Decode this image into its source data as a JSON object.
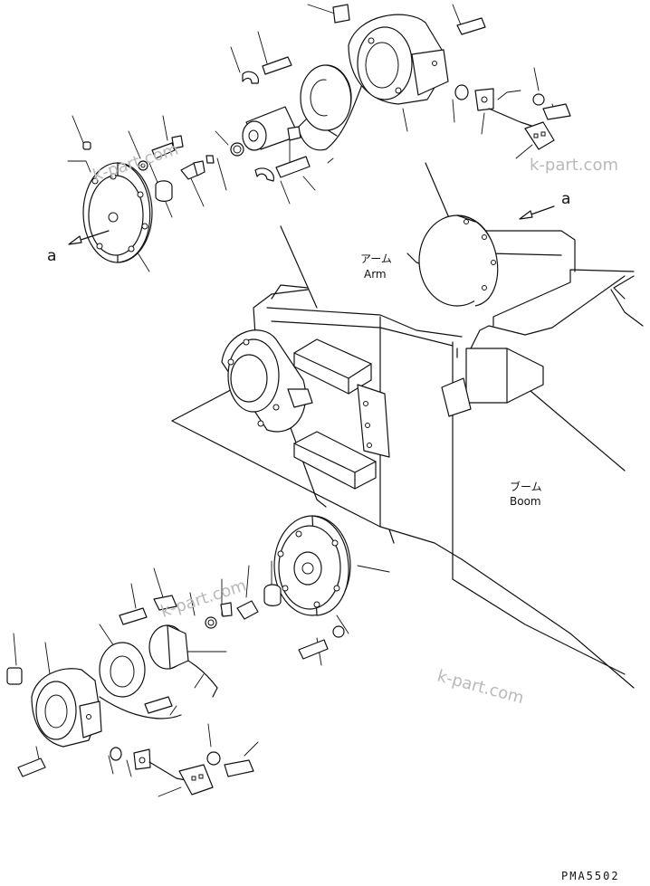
{
  "labels": {
    "arm_jp": "アーム",
    "arm_en": "Arm",
    "boom_jp": "ブーム",
    "boom_en": "Boom",
    "view_mark_left": "a",
    "view_mark_right": "a"
  },
  "watermarks": [
    "k-part.com",
    "k-part.com",
    "k-part.com",
    "k-part.com"
  ],
  "drawing_code": "PMA5502",
  "colors": {
    "line": "#111111",
    "watermark": "#b9b9b9",
    "background": "#ffffff"
  }
}
